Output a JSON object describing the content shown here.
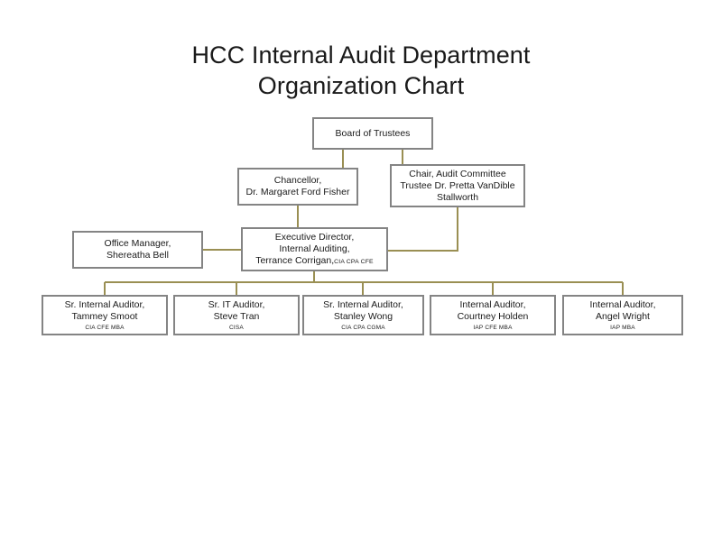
{
  "document": {
    "title_line_1": "HCC Internal Audit Department",
    "title_line_2": "Organization Chart"
  },
  "colors": {
    "box_border": "#848484",
    "connector": "#9a8f53",
    "text": "#1a1a1a",
    "background": "#ffffff"
  },
  "nodes": {
    "board": {
      "line_1": "Board of Trustees"
    },
    "chancellor": {
      "line_1": "Chancellor,",
      "line_2": "Dr. Margaret Ford Fisher"
    },
    "audit_chair": {
      "line_1": "Chair, Audit Committee",
      "line_2": "Trustee Dr. Pretta VanDible",
      "line_3": "Stallworth"
    },
    "office_manager": {
      "line_1": "Office Manager,",
      "line_2": "Shereatha Bell"
    },
    "executive_director": {
      "line_1": "Executive Director,",
      "line_2": "Internal Auditing,",
      "line_3": "Terrance Corrigan,",
      "credentials": "CIA CPA CFE"
    }
  },
  "auditors": [
    {
      "title": "Sr. Internal Auditor,",
      "name": "Tammey Smoot",
      "credentials": "CIA CFE MBA"
    },
    {
      "title": "Sr. IT Auditor,",
      "name": "Steve Tran",
      "credentials": "CISA"
    },
    {
      "title": "Sr. Internal Auditor,",
      "name": "Stanley Wong",
      "credentials": "CIA CPA CGMA"
    },
    {
      "title": "Internal Auditor,",
      "name": "Courtney Holden",
      "credentials": "IAP CFE MBA"
    },
    {
      "title": "Internal Auditor,",
      "name": "Angel Wright",
      "credentials": "IAP  MBA"
    }
  ]
}
